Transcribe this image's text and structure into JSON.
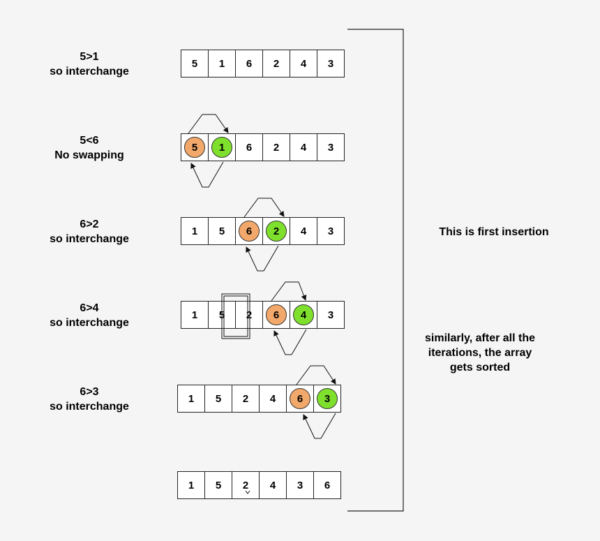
{
  "steps": [
    {
      "line1": "5>1",
      "line2": "so interchange",
      "cells": [
        "5",
        "1",
        "6",
        "2",
        "4",
        "3"
      ]
    },
    {
      "line1": "5<6",
      "line2": "No swapping",
      "cells": [
        "5",
        "1",
        "6",
        "2",
        "4",
        "3"
      ]
    },
    {
      "line1": "6>2",
      "line2": "so interchange",
      "cells": [
        "1",
        "5",
        "6",
        "2",
        "4",
        "3"
      ]
    },
    {
      "line1": "6>4",
      "line2": "so interchange",
      "cells": [
        "1",
        "5",
        "2",
        "6",
        "4",
        "3"
      ]
    },
    {
      "line1": "6>3",
      "line2": "so interchange",
      "cells": [
        "1",
        "5",
        "2",
        "4",
        "6",
        "3"
      ]
    }
  ],
  "final_cells": [
    "1",
    "5",
    "2",
    "4",
    "3",
    "6"
  ],
  "notes": {
    "first_insertion": "This is first insertion",
    "sorted_line1": "similarly, after all the",
    "sorted_line2": "iterations, the array",
    "sorted_line3": "gets sorted"
  },
  "colors": {
    "compare_left": "#f2a86a",
    "compare_right": "#7ee02c"
  }
}
